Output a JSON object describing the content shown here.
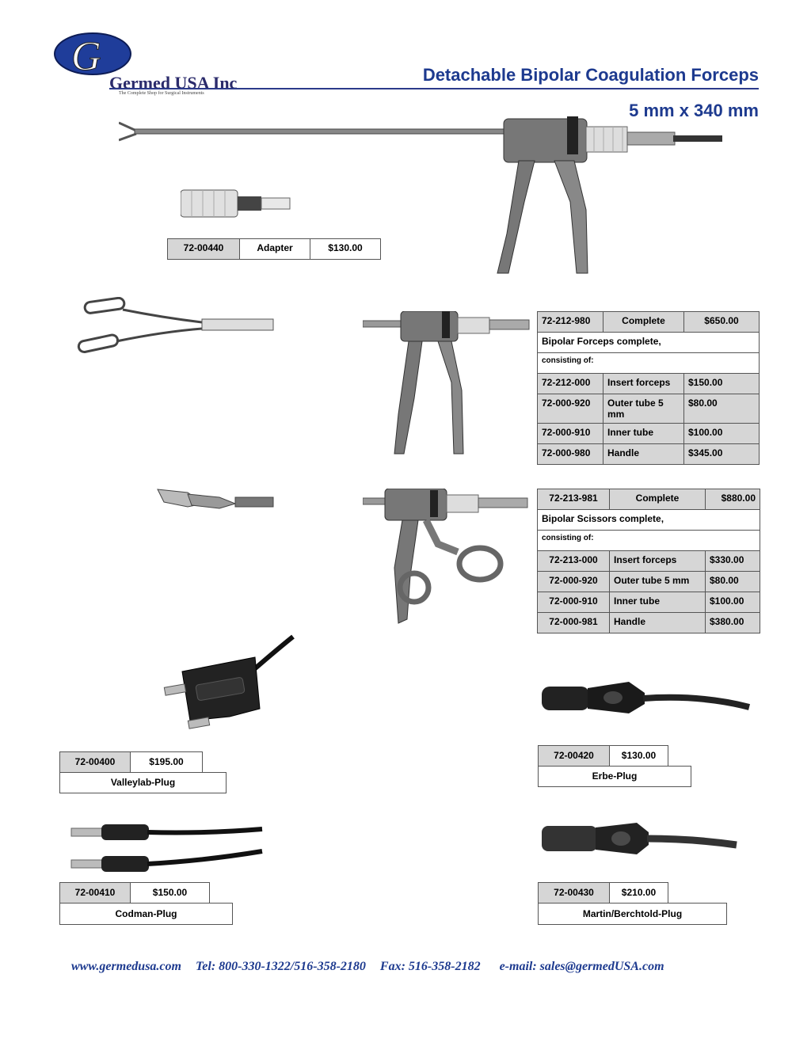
{
  "logo": {
    "name": "Germed USA Inc",
    "tagline": "The Complete Shop for Surgical Instruments"
  },
  "header": {
    "title": "Detachable Bipolar Coagulation Forceps",
    "size": "5 mm x 340 mm"
  },
  "adapter": {
    "code": "72-00440",
    "name": "Adapter",
    "price": "$130.00"
  },
  "forceps_table": {
    "code": "72-212-980",
    "label": "Complete",
    "price": "$650.00",
    "description": "Bipolar Forceps  complete,",
    "consisting": "consisting of:",
    "rows": [
      {
        "code": "72-212-000",
        "name": "Insert forceps",
        "price": "$150.00"
      },
      {
        "code": "72-000-920",
        "name": "Outer tube  5 mm",
        "price": "$80.00"
      },
      {
        "code": "72-000-910",
        "name": "Inner tube",
        "price": "$100.00"
      },
      {
        "code": "72-000-980",
        "name": "Handle",
        "price": "$345.00"
      }
    ]
  },
  "scissors_table": {
    "code": "72-213-981",
    "label": "Complete",
    "price": "$880.00",
    "description": "Bipolar Scissors  complete,",
    "consisting": "consisting of:",
    "rows": [
      {
        "code": "72-213-000",
        "name": "Insert forceps",
        "price": "$330.00"
      },
      {
        "code": "72-000-920",
        "name": "Outer tube  5 mm",
        "price": "$80.00"
      },
      {
        "code": "72-000-910",
        "name": "Inner tube",
        "price": "$100.00"
      },
      {
        "code": "72-000-981",
        "name": "Handle",
        "price": "$380.00"
      }
    ]
  },
  "plugs": {
    "valleylab": {
      "code": "72-00400",
      "price": "$195.00",
      "name": "Valleylab-Plug"
    },
    "erbe": {
      "code": "72-00420",
      "price": "$130.00",
      "name": "Erbe-Plug"
    },
    "codman": {
      "code": "72-00410",
      "price": "$150.00",
      "name": "Codman-Plug"
    },
    "martin": {
      "code": "72-00430",
      "price": "$210.00",
      "name": "Martin/Berchtold-Plug"
    }
  },
  "footer": {
    "website": "www.germedusa.com",
    "tel": "Tel: 800-330-1322/516-358-2180",
    "fax": "Fax: 516-358-2182",
    "email": "e-mail: sales@germedUSA.com"
  },
  "colors": {
    "brand_blue": "#1d3a8f",
    "cell_gray": "#d6d6d6"
  }
}
